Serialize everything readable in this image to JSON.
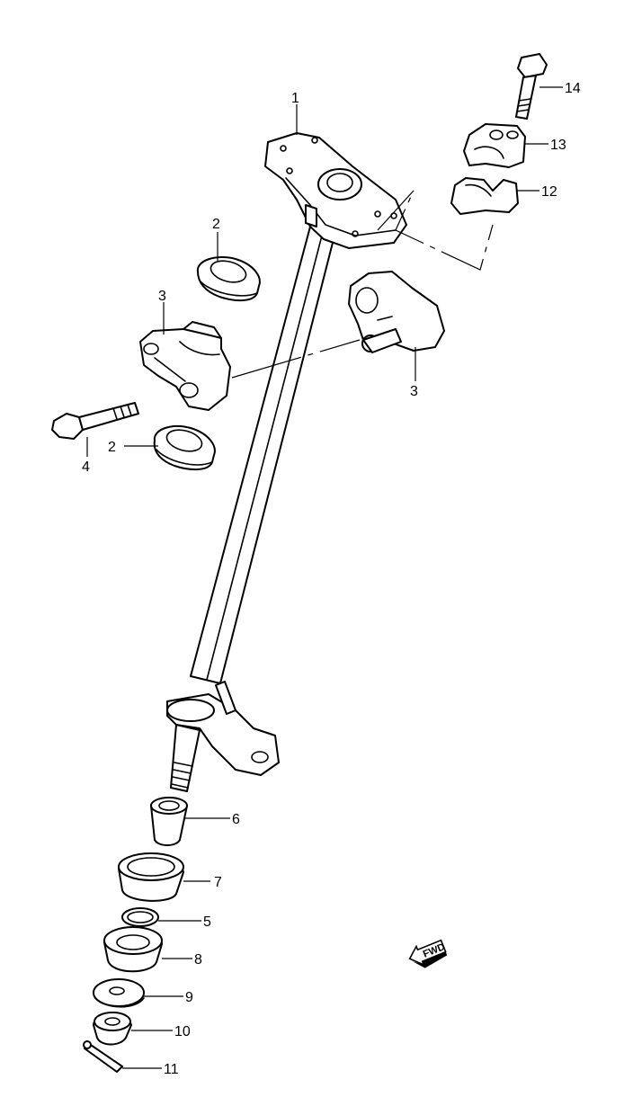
{
  "callouts": {
    "c1": "1",
    "c2a": "2",
    "c2b": "2",
    "c3a": "3",
    "c3b": "3",
    "c4": "4",
    "c5": "5",
    "c6": "6",
    "c7": "7",
    "c8": "8",
    "c9": "9",
    "c10": "10",
    "c11": "11",
    "c12": "12",
    "c13": "13",
    "c14": "14"
  },
  "fwd_label": "FWD",
  "icons": {
    "direction": "fwd-arrow-icon"
  }
}
